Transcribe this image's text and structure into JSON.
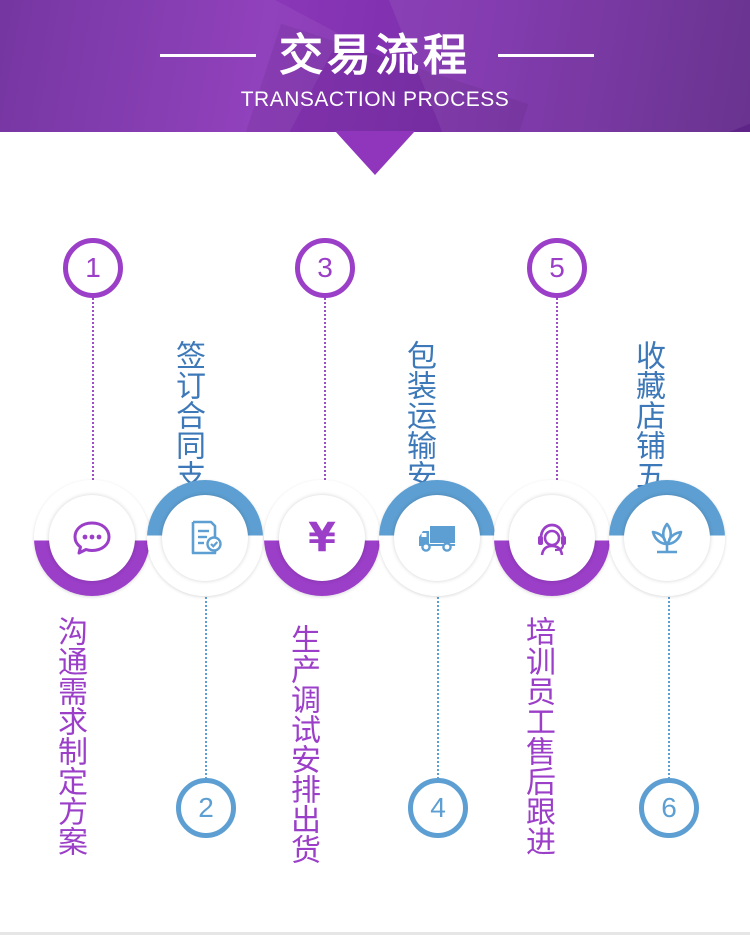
{
  "header": {
    "title": "交易流程",
    "subtitle": "TRANSACTION PROCESS"
  },
  "colors": {
    "purple": "#9b3ec8",
    "blue": "#5d9fd2",
    "header_bg": "#7a2ea9",
    "text_blue": "#3d78b8"
  },
  "steps": [
    {
      "number": "1",
      "text": "沟通需求制定方案",
      "icon": "chat-bubble-icon",
      "color": "purple"
    },
    {
      "number": "2",
      "text": "签订合同支付定金",
      "icon": "contract-document-icon",
      "color": "blue"
    },
    {
      "number": "3",
      "text": "生产调试安排出货",
      "icon": "yen-icon",
      "icon_glyph": "¥",
      "color": "purple"
    },
    {
      "number": "4",
      "text": "包装运输安装调试",
      "icon": "delivery-truck-icon",
      "color": "blue"
    },
    {
      "number": "5",
      "text": "培训员工售后跟进",
      "icon": "customer-service-headset-icon",
      "color": "purple"
    },
    {
      "number": "6",
      "text": "收藏店铺五星好评",
      "icon": "lotus-flower-icon",
      "color": "blue"
    }
  ]
}
